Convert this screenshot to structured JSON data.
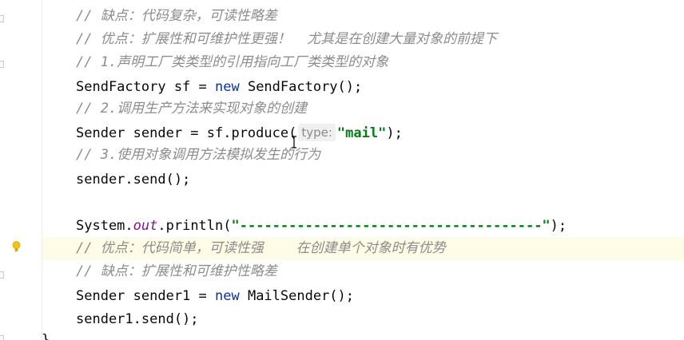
{
  "code_lines": [
    {
      "type": "comment",
      "text": "// 缺点：代码复杂，可读性略差"
    },
    {
      "type": "comment",
      "text": "// 优点：扩展性和可维护性更强！  尤其是在创建大量对象的前提下"
    },
    {
      "type": "comment",
      "text": "// 1.声明工厂类类型的引用指向工厂类类型的对象"
    },
    {
      "type": "code",
      "parts": [
        "SendFactory sf = ",
        "new",
        " SendFactory();"
      ]
    },
    {
      "type": "comment",
      "text": "// 2.调用生产方法来实现对象的创建"
    },
    {
      "type": "code",
      "parts": [
        "Sender sender = sf.produce(",
        "type:",
        "\"mail\"",
        ");"
      ]
    },
    {
      "type": "comment",
      "text": "// 3.使用对象调用方法模拟发生的行为"
    },
    {
      "type": "code",
      "parts": [
        "sender.send();"
      ]
    },
    {
      "type": "blank",
      "text": ""
    },
    {
      "type": "code",
      "parts": [
        "System.",
        "out",
        ".println(",
        "\"-------------------------------------\"",
        ");"
      ]
    },
    {
      "type": "comment",
      "text": "// 优点：代码简单，可读性强    在创建单个对象时有优势"
    },
    {
      "type": "comment",
      "text": "// 缺点：扩展性和可维护性略差"
    },
    {
      "type": "code",
      "parts": [
        "Sender sender1 = ",
        "new",
        " MailSender();"
      ]
    },
    {
      "type": "code",
      "parts": [
        "sender1.send();"
      ]
    }
  ],
  "closing_brace": "}",
  "colors": {
    "comment": "#8c8c8c",
    "keyword": "#0033b3",
    "string": "#067d17",
    "field": "#871094",
    "highlight_line": "#fefbe6"
  },
  "icons": {
    "intention": "lightbulb-icon",
    "fold": "fold-marker-icon",
    "cursor": "text-cursor-icon"
  }
}
